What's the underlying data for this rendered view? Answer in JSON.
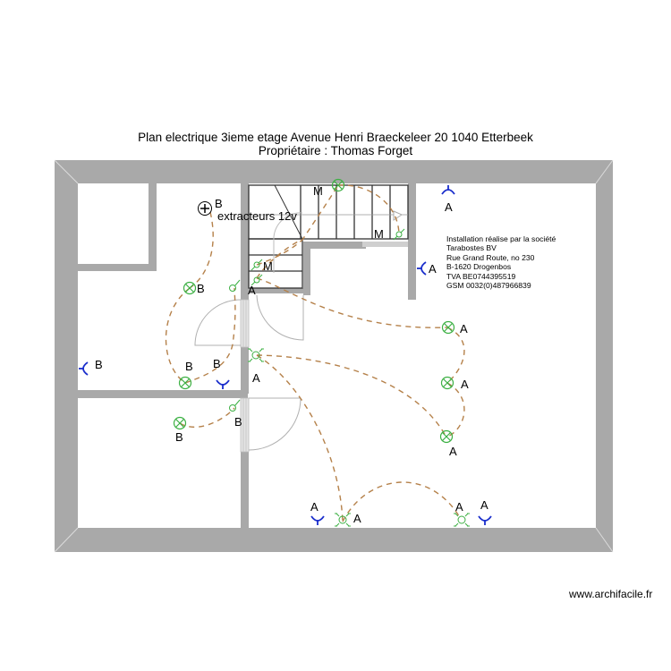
{
  "header": {
    "title_line1": "Plan electrique 3ieme etage  Avenue Henri Braeckeleer 20 1040 Etterbeek",
    "title_line2": "Propriétaire : Thomas Forget"
  },
  "company_block": {
    "lines": [
      "Installation réalise par la société",
      "Tarabostes BV",
      "Rue Grand Route, no 230",
      "B-1620 Drogenbos",
      "TVA BE0744395519",
      "GSM 0032(0)487966839"
    ]
  },
  "annotations": {
    "extractor_label": "extracteurs 12v",
    "circuit_a": "A",
    "circuit_b": "B",
    "stair_marker": "M"
  },
  "footer": {
    "watermark": "www.archifacile.fr"
  },
  "colors": {
    "wall": "#a9a9a9",
    "wiring": "#b5814a",
    "light_fixture": "#3cb043",
    "outlet": "#1a2ecc",
    "door_arc": "#b0b0b0"
  },
  "legend": {
    "symbols": [
      "light-point",
      "switch",
      "outlet",
      "extractor-fan",
      "stair-step"
    ]
  }
}
